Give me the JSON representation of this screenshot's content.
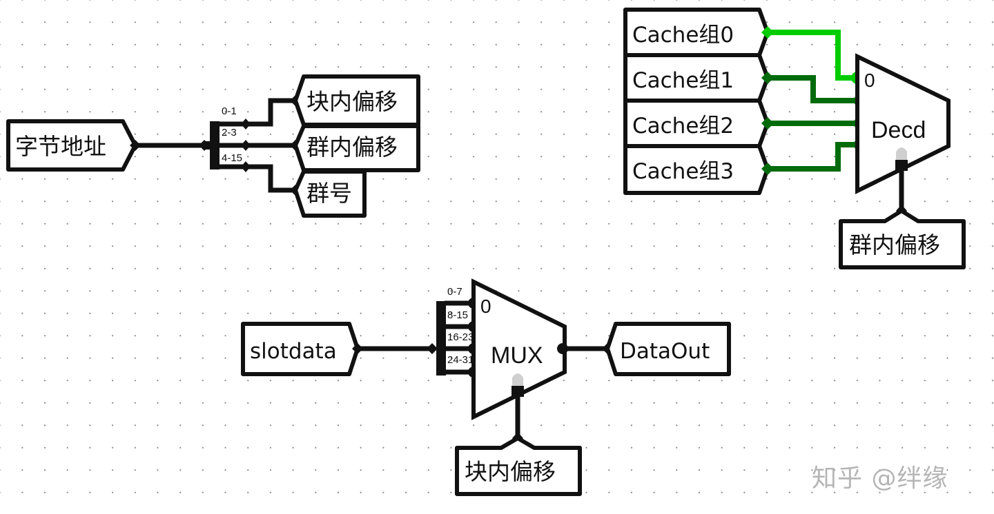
{
  "colors": {
    "wire_black": "#111111",
    "wire_bright_green": "#00cc00",
    "wire_dark_green": "#006b0a",
    "selector_tip": "#cfcfcf"
  },
  "circuit_left": {
    "input_pin": "字节地址",
    "splitter_labels": [
      "0-1",
      "2-3",
      "4-15"
    ],
    "output_pins": [
      "块内偏移",
      "群内偏移",
      "群号"
    ]
  },
  "circuit_decoder": {
    "input_tunnels": [
      "Cache组0",
      "Cache组1",
      "Cache组2",
      "Cache组3"
    ],
    "component_label": "Decd",
    "port0_label": "0",
    "select_pin": "群内偏移"
  },
  "circuit_mux": {
    "input_pin": "slotdata",
    "splitter_labels": [
      "0-7",
      "8-15",
      "16-23",
      "24-31"
    ],
    "component_label": "MUX",
    "port0_label": "0",
    "output_pin": "DataOut",
    "select_pin": "块内偏移"
  },
  "watermark": "知乎 @绊缘"
}
